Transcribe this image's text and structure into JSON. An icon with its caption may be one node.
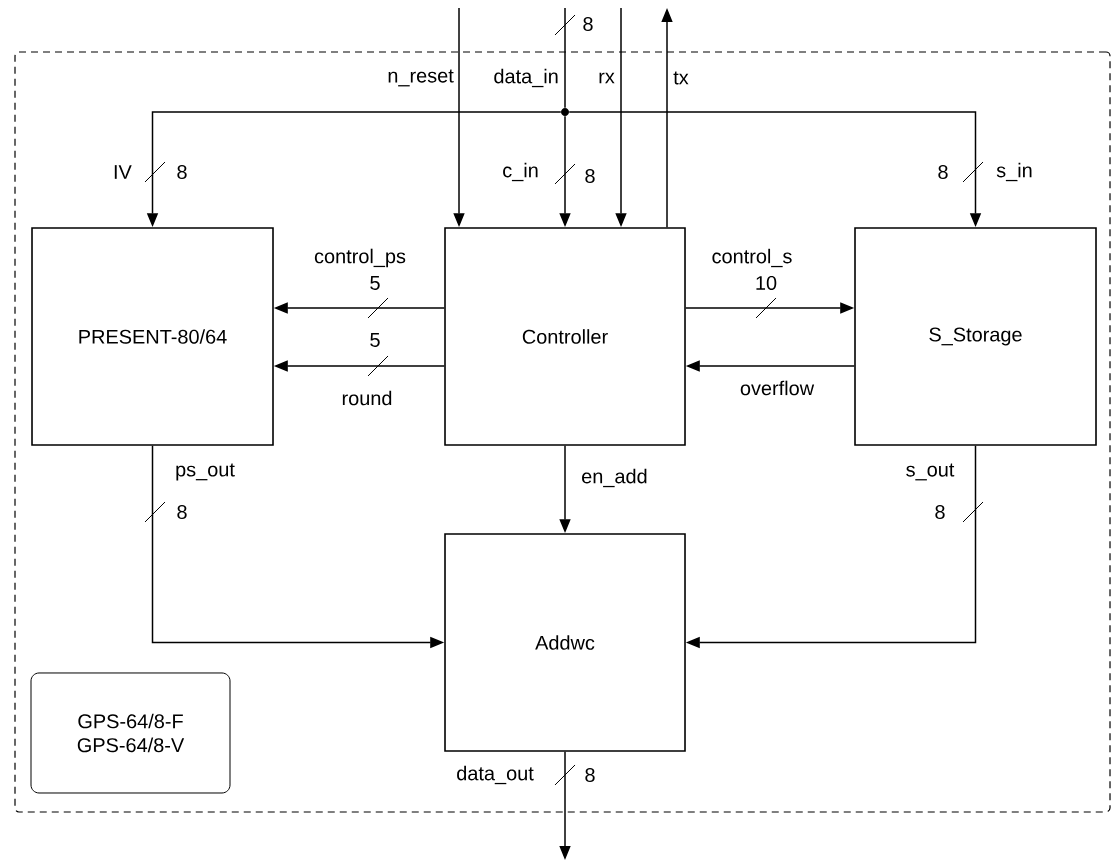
{
  "diagram": {
    "nodes": [
      {
        "text": [],
        "shape": "box"
      },
      {
        "text": [
          "PRESENT-80/64"
        ],
        "in": 0
      },
      {
        "text": [
          "Controller"
        ],
        "in": 0
      },
      {
        "text": [
          "S_Storage"
        ],
        "in": 0
      },
      {
        "text": [
          "Addwc"
        ],
        "in": 0
      },
      {
        "text": [
          "GPS-64/8-F GPS-64/8-V"
        ],
        "in": 0
      },
      {
        "text": [],
        "shape": "circle",
        "in": 0
      }
    ],
    "edges": [
      {
        "from": null,
        "to": 2,
        "arrow": "to",
        "label": "n_reset"
      },
      {
        "from": null,
        "to": 6,
        "arrow": "none",
        "label": "data_in"
      },
      {
        "from": 6,
        "to": 1,
        "arrow": "to",
        "label": "IV"
      },
      {
        "from": 6,
        "to": 2,
        "arrow": "to",
        "label": "c_in"
      },
      {
        "from": 6,
        "to": 3,
        "arrow": "to",
        "label": "s_in"
      },
      {
        "from": null,
        "to": 2,
        "arrow": "to",
        "label": "rx"
      },
      {
        "from": 2,
        "to": null,
        "arrow": "to",
        "label": "tx"
      },
      {
        "from": 2,
        "to": 1,
        "arrow": "to",
        "label": "control_ps"
      },
      {
        "from": 2,
        "to": 1,
        "arrow": "to",
        "label": "round"
      },
      {
        "from": 2,
        "to": 3,
        "arrow": "to",
        "label": "control_s"
      },
      {
        "from": 3,
        "to": 2,
        "arrow": "to",
        "label": "overflow"
      },
      {
        "from": 2,
        "to": 4,
        "arrow": "to",
        "label": "en_add"
      },
      {
        "from": 1,
        "to": 4,
        "arrow": "to",
        "label": "ps_out"
      },
      {
        "from": 3,
        "to": 4,
        "arrow": "to",
        "label": "s_out"
      },
      {
        "from": 4,
        "to": null,
        "arrow": "to",
        "label": "data_out"
      }
    ],
    "labels": [
      "8",
      "8",
      "8",
      "8",
      "5",
      "10",
      "5",
      "8",
      "8",
      "8"
    ]
  }
}
